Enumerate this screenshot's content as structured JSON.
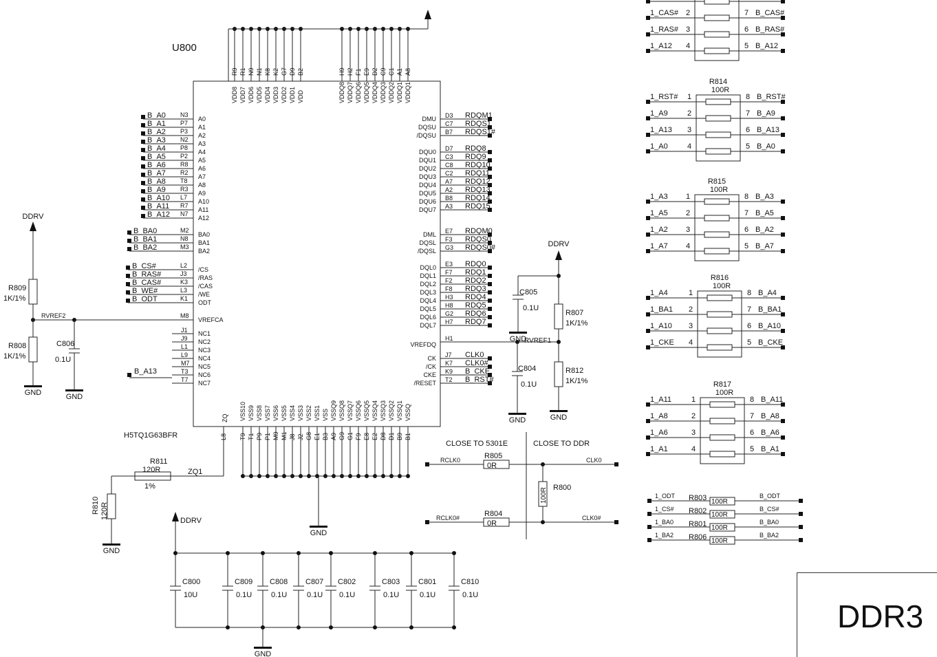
{
  "title_block": {
    "label": "DDR3"
  },
  "chip": {
    "ref": "U800",
    "part": "H5TQ1G63BFR",
    "top_vdd": {
      "pins": [
        "R9",
        "R1",
        "N9",
        "N1",
        "K8",
        "K2",
        "G7",
        "D9",
        "B2"
      ],
      "names": [
        "VDD8",
        "VDD7",
        "VDD6",
        "VDD5",
        "VDD4",
        "VDD3",
        "VDD2",
        "VDD1",
        "VDD"
      ]
    },
    "top_vddq": {
      "pins": [
        "H9",
        "H2",
        "F1",
        "E9",
        "D2",
        "C9",
        "C1",
        "A1",
        "A8"
      ],
      "names": [
        "VDDQ8",
        "VDDQ7",
        "VDDQ6",
        "VDDQ5",
        "VDDQ4",
        "VDDQ3",
        "VDDQ2",
        "VDDQ1",
        "VDDQ1"
      ]
    },
    "addr": [
      {
        "net": "B_A0",
        "pin": "N3",
        "name": "A0"
      },
      {
        "net": "B_A1",
        "pin": "P7",
        "name": "A1"
      },
      {
        "net": "B_A2",
        "pin": "P3",
        "name": "A2"
      },
      {
        "net": "B_A3",
        "pin": "N2",
        "name": "A3"
      },
      {
        "net": "B_A4",
        "pin": "P8",
        "name": "A4"
      },
      {
        "net": "B_A5",
        "pin": "P2",
        "name": "A5"
      },
      {
        "net": "B_A6",
        "pin": "R8",
        "name": "A6"
      },
      {
        "net": "B_A7",
        "pin": "R2",
        "name": "A7"
      },
      {
        "net": "B_A8",
        "pin": "T8",
        "name": "A8"
      },
      {
        "net": "B_A9",
        "pin": "R3",
        "name": "A9"
      },
      {
        "net": "B_A10",
        "pin": "L7",
        "name": "A10"
      },
      {
        "net": "B_A11",
        "pin": "R7",
        "name": "A11"
      },
      {
        "net": "B_A12",
        "pin": "N7",
        "name": "A12"
      }
    ],
    "ba": [
      {
        "net": "B_BA0",
        "pin": "M2",
        "name": "BA0"
      },
      {
        "net": "B_BA1",
        "pin": "N8",
        "name": "BA1"
      },
      {
        "net": "B_BA2",
        "pin": "M3",
        "name": "BA2"
      }
    ],
    "ctrl": [
      {
        "net": "B_CS#",
        "pin": "L2",
        "name": "/CS"
      },
      {
        "net": "B_RAS#",
        "pin": "J3",
        "name": "/RAS"
      },
      {
        "net": "B_CAS#",
        "pin": "K3",
        "name": "/CAS"
      },
      {
        "net": "B_WE#",
        "pin": "L3",
        "name": "/WE"
      },
      {
        "net": "B_ODT",
        "pin": "K1",
        "name": "ODT"
      }
    ],
    "vrefca": {
      "net": "RVREF2",
      "pin": "M8",
      "name": "VREFCA"
    },
    "nc": [
      {
        "pin": "J1",
        "name": "NC1"
      },
      {
        "pin": "J9",
        "name": "NC2"
      },
      {
        "pin": "L1",
        "name": "NC3"
      },
      {
        "pin": "L9",
        "name": "NC4"
      },
      {
        "pin": "M7",
        "name": "NC5"
      },
      {
        "pin": "T3",
        "name": "NC6",
        "net": "B_A13"
      },
      {
        "pin": "T7",
        "name": "NC7"
      }
    ],
    "right_upper": [
      {
        "pin": "D3",
        "name": "DMU",
        "net": "RDQM1"
      },
      {
        "pin": "C7",
        "name": "DQSU",
        "net": "RDQS1"
      },
      {
        "pin": "B7",
        "name": "/DQSU",
        "net": "RDQS1#"
      }
    ],
    "dqu": [
      {
        "pin": "D7",
        "name": "DQU0",
        "net": "RDQ8"
      },
      {
        "pin": "C3",
        "name": "DQU1",
        "net": "RDQ9"
      },
      {
        "pin": "C8",
        "name": "DQU2",
        "net": "RDQ10"
      },
      {
        "pin": "C2",
        "name": "DQU3",
        "net": "RDQ11"
      },
      {
        "pin": "A7",
        "name": "DQU4",
        "net": "RDQ12"
      },
      {
        "pin": "A2",
        "name": "DQU5",
        "net": "RDQ13"
      },
      {
        "pin": "B8",
        "name": "DQU6",
        "net": "RDQ14"
      },
      {
        "pin": "A3",
        "name": "DQU7",
        "net": "RDQ15"
      }
    ],
    "right_lower": [
      {
        "pin": "E7",
        "name": "DML",
        "net": "RDQM0"
      },
      {
        "pin": "F3",
        "name": "DQSL",
        "net": "RDQS0"
      },
      {
        "pin": "G3",
        "name": "/DQSL",
        "net": "RDQS0#"
      }
    ],
    "dql": [
      {
        "pin": "E3",
        "name": "DQL0",
        "net": "RDQ0"
      },
      {
        "pin": "F7",
        "name": "DQL1",
        "net": "RDQ1"
      },
      {
        "pin": "F2",
        "name": "DQL2",
        "net": "RDQ2"
      },
      {
        "pin": "F8",
        "name": "DQL3",
        "net": "RDQ3"
      },
      {
        "pin": "H3",
        "name": "DQL4",
        "net": "RDQ4"
      },
      {
        "pin": "H8",
        "name": "DQL5",
        "net": "RDQ5"
      },
      {
        "pin": "G2",
        "name": "DQL6",
        "net": "RDQ6"
      },
      {
        "pin": "H7",
        "name": "DQL7",
        "net": "RDQ7"
      }
    ],
    "vrefdq": {
      "pin": "H1",
      "name": "VREFDQ",
      "net": "RVREF1"
    },
    "clk": [
      {
        "pin": "J7",
        "name": "CK",
        "net": "CLK0"
      },
      {
        "pin": "K7",
        "name": "/CK",
        "net": "CLK0#"
      },
      {
        "pin": "K9",
        "name": "CKE",
        "net": "B_CKE"
      },
      {
        "pin": "T2",
        "name": "/RESET",
        "net": "B_RST#"
      }
    ],
    "zq": {
      "pin": "L8",
      "name": "ZQ",
      "net": "ZQ1"
    },
    "bottom_vss": {
      "pins": [
        "T9",
        "T1",
        "P9",
        "P1",
        "M9",
        "M1",
        "J8",
        "J2",
        "G8",
        "E1",
        "B3",
        "A9"
      ],
      "names": [
        "VSS10",
        "VSS9",
        "VSS8",
        "VSS7",
        "VSS6",
        "VSS5",
        "VSS4",
        "VSS3",
        "VSS2",
        "VSS1",
        "VSS",
        "VSSQ9"
      ]
    },
    "bottom_vssq": {
      "pins": [
        "G9",
        "G1",
        "F9",
        "E8",
        "E2",
        "D8",
        "D1",
        "B9",
        "B1"
      ],
      "names": [
        "VSSQ8",
        "VSSQ7",
        "VSSQ6",
        "VSSQ5",
        "VSSQ4",
        "VSSQ3",
        "VSSQ2",
        "VSSQ1",
        "VSSQ"
      ]
    }
  },
  "power_labels": {
    "ddrv": "DDRV",
    "gnd": "GND"
  },
  "left_divider": {
    "r_top": {
      "ref": "R809",
      "val": "1K/1%"
    },
    "r_bot": {
      "ref": "R808",
      "val": "1K/1%"
    },
    "cap": {
      "ref": "C806",
      "val": "0.1U"
    },
    "net": "RVREF2"
  },
  "right_divider": {
    "r_top": {
      "ref": "R807",
      "val": "1K/1%"
    },
    "r_bot": {
      "ref": "R812",
      "val": "1K/1%"
    },
    "c_top": {
      "ref": "C805",
      "val": "0.1U"
    },
    "c_bot": {
      "ref": "C804",
      "val": "0.1U"
    },
    "net": "RVREF1"
  },
  "zq_parts": {
    "r811": {
      "ref": "R811",
      "val": "120R",
      "tol": "1%"
    },
    "r810": {
      "ref": "R810",
      "val": "120R"
    }
  },
  "caps_bank": [
    {
      "ref": "C800",
      "val": "10U"
    },
    {
      "ref": "C809",
      "val": "0.1U"
    },
    {
      "ref": "C808",
      "val": "0.1U"
    },
    {
      "ref": "C807",
      "val": "0.1U"
    },
    {
      "ref": "C802",
      "val": "0.1U"
    },
    {
      "ref": "C803",
      "val": "0.1U"
    },
    {
      "ref": "C801",
      "val": "0.1U"
    },
    {
      "ref": "C810",
      "val": "0.1U"
    }
  ],
  "clock_section": {
    "close_5301e": "CLOSE TO 5301E",
    "close_ddr": "CLOSE TO DDR",
    "r805": {
      "ref": "R805",
      "val": "0R",
      "left": "RCLK0",
      "right": "CLK0"
    },
    "r804": {
      "ref": "R804",
      "val": "0R",
      "left": "RCLK0#",
      "right": "CLK0#"
    },
    "r800": {
      "ref": "R800",
      "val": "100R"
    }
  },
  "rpacks": [
    {
      "ref": "",
      "val": "",
      "top": 0,
      "left": [
        "",
        "1_CAS#",
        "1_RAS#",
        "1_A12"
      ],
      "right": [
        "",
        "B_CAS#",
        "B_RAS#",
        "B_A12"
      ],
      "lp": [
        "",
        "2",
        "3",
        "4"
      ],
      "rp": [
        "",
        "7",
        "6",
        "5"
      ]
    },
    {
      "ref": "R814",
      "val": "100R",
      "left": [
        "1_RST#",
        "1_A9",
        "1_A13",
        "1_A0"
      ],
      "right": [
        "B_RST#",
        "B_A9",
        "B_A13",
        "B_A0"
      ],
      "lp": [
        "1",
        "2",
        "3",
        "4"
      ],
      "rp": [
        "8",
        "7",
        "6",
        "5"
      ]
    },
    {
      "ref": "R815",
      "val": "100R",
      "left": [
        "1_A3",
        "1_A5",
        "1_A2",
        "1_A7"
      ],
      "right": [
        "B_A3",
        "B_A5",
        "B_A2",
        "B_A7"
      ],
      "lp": [
        "1",
        "2",
        "3",
        "4"
      ],
      "rp": [
        "8",
        "7",
        "6",
        "5"
      ]
    },
    {
      "ref": "R816",
      "val": "100R",
      "left": [
        "1_A4",
        "1_BA1",
        "1_A10",
        "1_CKE"
      ],
      "right": [
        "B_A4",
        "B_BA1",
        "B_A10",
        "B_CKE"
      ],
      "lp": [
        "1",
        "2",
        "3",
        "4"
      ],
      "rp": [
        "8",
        "7",
        "6",
        "5"
      ]
    },
    {
      "ref": "R817",
      "val": "100R",
      "left": [
        "1_A11",
        "1_A8",
        "1_A6",
        "1_A1"
      ],
      "right": [
        "B_A11",
        "B_A8",
        "B_A6",
        "B_A1"
      ],
      "lp": [
        "1",
        "2",
        "3",
        "4"
      ],
      "rp": [
        "8",
        "7",
        "6",
        "5"
      ]
    }
  ],
  "small_series": [
    {
      "left": "1_ODT",
      "ref": "R803",
      "val": "100R",
      "right": "B_ODT"
    },
    {
      "left": "1_CS#",
      "ref": "R802",
      "val": "100R",
      "right": "B_CS#"
    },
    {
      "left": "1_BA0",
      "ref": "R801",
      "val": "100R",
      "right": "B_BA0"
    },
    {
      "left": "1_BA2",
      "ref": "R806",
      "val": "100R",
      "right": "B_BA2"
    }
  ]
}
